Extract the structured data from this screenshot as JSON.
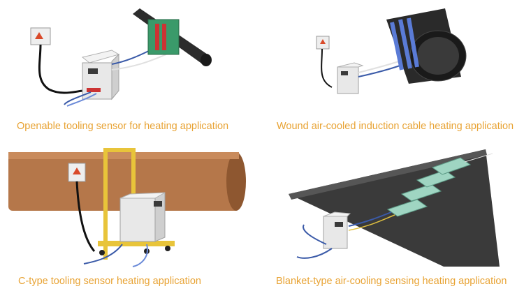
{
  "captions": {
    "openable": "Openable tooling sensor for heating application",
    "wound": "Wound air-cooled induction cable heating application",
    "ctype": "C-type tooling sensor heating application",
    "blanket": "Blanket-type air-cooling sensing heating application"
  },
  "colors": {
    "caption": "#e8a334",
    "pipe_copper": "#b5774a",
    "blanket_sheet": "#9fd5c2",
    "frame_yellow": "#e8c43a",
    "tooling_green": "#3a9a6a",
    "coil_blue": "#5a7bd6"
  }
}
